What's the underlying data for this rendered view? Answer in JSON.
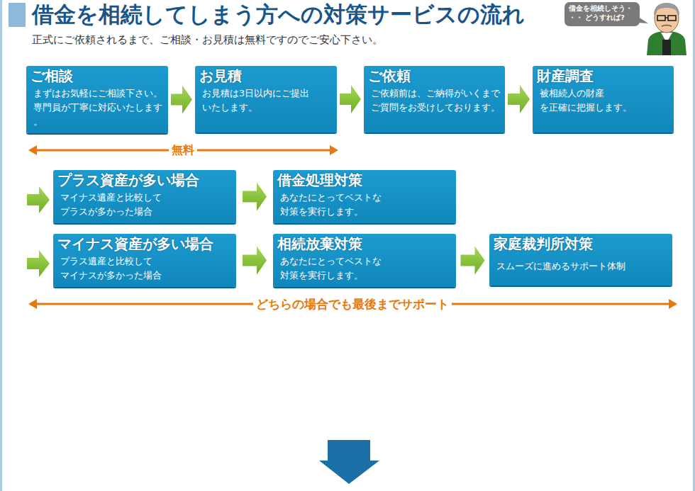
{
  "diagram": {
    "title": "借金を相続してしまう方への対策サービスの流れ",
    "nodes": [
      {
        "text": [
          "借金を相続しそう・・・ どうすれば?"
        ]
      },
      {
        "text": [
          "ご相談",
          "まずはお気軽にご相談下さい。 専門員が丁寧に対応いたします。"
        ]
      },
      {
        "text": [
          "お見積",
          "お見積は3日以内にご提出 いたします。"
        ]
      },
      {
        "text": [
          "ご依頼",
          "ご依頼前は、ご納得がいくまで ご質問をお受けしております。"
        ]
      },
      {
        "text": [
          "財産調査",
          "被相続人の財産 を正確に把握します。"
        ]
      },
      {
        "text": [
          "プラス資産が多い場合",
          "マイナス遺産と比較して プラスが多かった場合"
        ]
      },
      {
        "text": [
          "借金処理対策",
          "あなたにとってベストな 対策を実行します。"
        ]
      },
      {
        "text": [
          "マイナス資産が多い場合",
          "プラス遺産と比較して マイナスが多かった場合"
        ]
      },
      {
        "text": [
          "相続放棄対策",
          "あなたにとってベストな 対策を実行します。"
        ]
      },
      {
        "text": [
          "家庭裁判所対策",
          "スムーズに進めるサポート体制"
        ]
      }
    ],
    "edges": [
      {
        "from": 1,
        "to": 2,
        "arrow": "to"
      },
      {
        "from": 2,
        "to": 3,
        "arrow": "to"
      },
      {
        "from": 3,
        "to": 4,
        "arrow": "to"
      },
      {
        "from": 5,
        "to": 6,
        "arrow": "to"
      },
      {
        "from": 7,
        "to": 8,
        "arrow": "to"
      },
      {
        "from": 8,
        "to": 9,
        "arrow": "to"
      }
    ],
    "labels": [
      "正式にご依頼されるまで、ご相談・お見積は無料ですのでご安心下さい。",
      "無料",
      "どちらの場合でも最後までサポート"
    ]
  }
}
